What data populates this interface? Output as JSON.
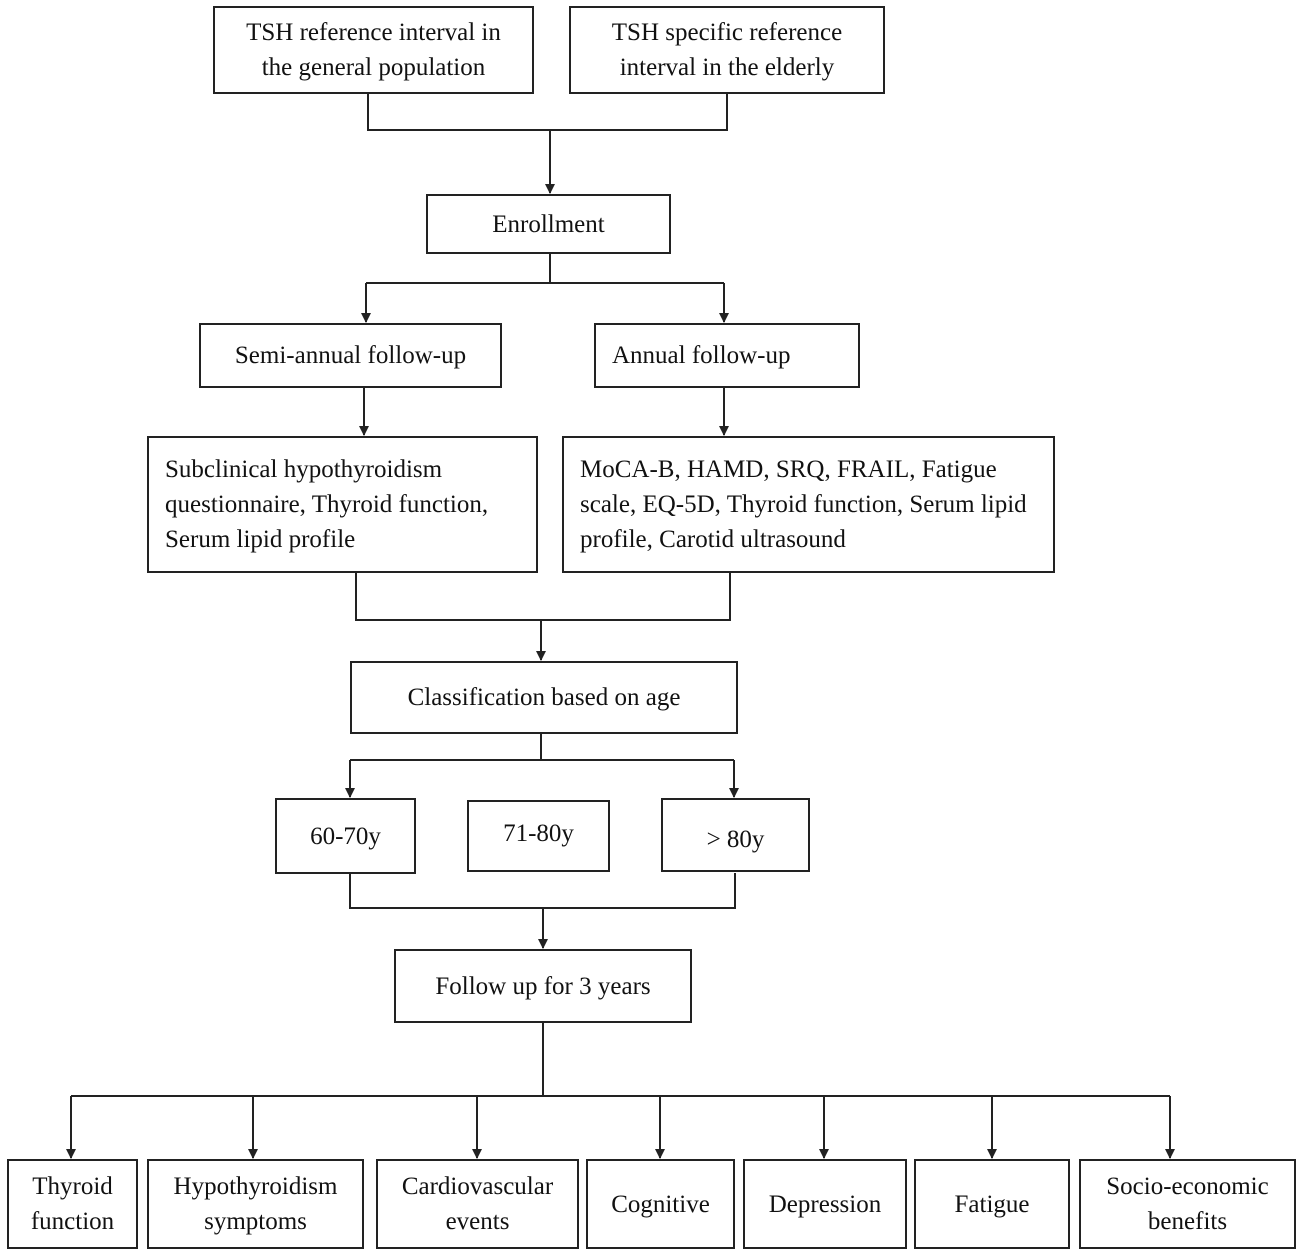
{
  "flowchart": {
    "reference": {
      "general": "TSH reference interval in the general population",
      "elderly": "TSH specific reference interval in the elderly"
    },
    "enrollment": "Enrollment",
    "followups": {
      "semi_annual": "Semi-annual follow-up",
      "annual": "Annual follow-up"
    },
    "assessments": {
      "semi_annual": "Subclinical hypothyroidism questionnaire, Thyroid function, Serum lipid profile",
      "annual": "MoCA-B, HAMD, SRQ, FRAIL, Fatigue scale, EQ-5D, Thyroid function, Serum lipid profile, Carotid ultrasound"
    },
    "classification": "Classification based on age",
    "age_groups": [
      "60-70y",
      "71-80y",
      "> 80y"
    ],
    "follow_up_duration": "Follow up for 3 years",
    "outcomes": [
      "Thyroid function",
      "Hypothyroidism symptoms",
      "Cardiovascular events",
      "Cognitive",
      "Depression",
      "Fatigue",
      "Socio-economic benefits"
    ]
  }
}
